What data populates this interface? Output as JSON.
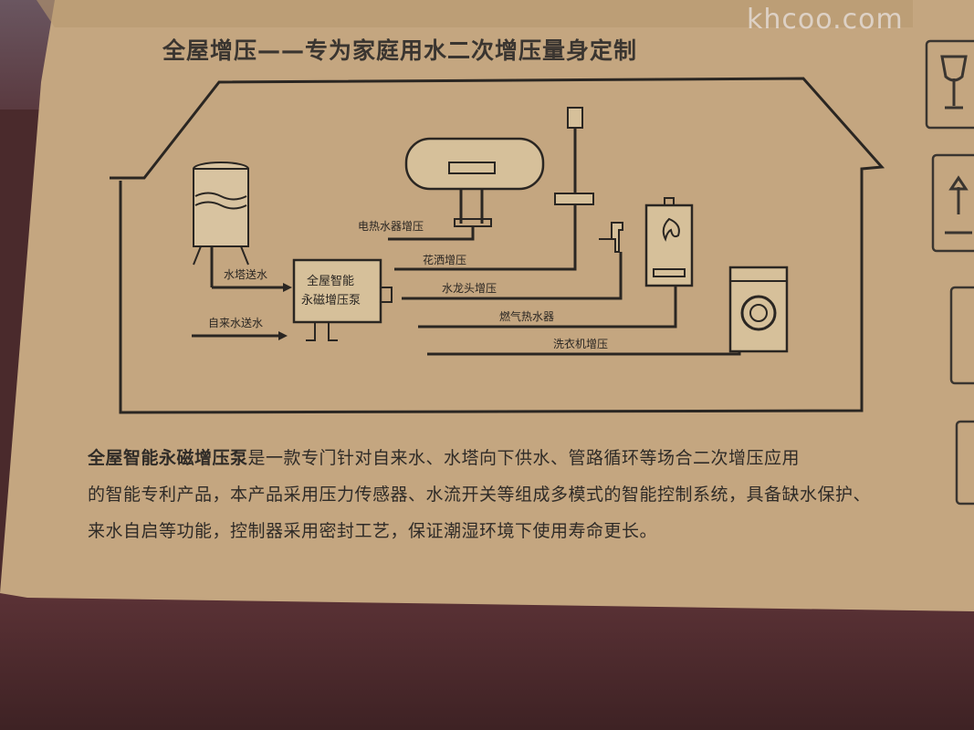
{
  "watermark": "khcoo.com",
  "title": "全屋增压——专为家庭用水二次增压量身定制",
  "diagram": {
    "pump_label_line1": "全屋智能",
    "pump_label_line2": "永磁增压泵",
    "water_tower_supply": "水塔送水",
    "tap_water_supply": "自来水送水",
    "branches": [
      {
        "label": "电热水器增压"
      },
      {
        "label": "花洒增压"
      },
      {
        "label": "水龙头增压"
      },
      {
        "label": "燃气热水器"
      },
      {
        "label": "洗衣机增压"
      }
    ]
  },
  "description": {
    "product_name": "全屋智能永磁增压泵",
    "line1_rest": "是一款专门针对自来水、水塔向下供水、管路循环等场合二次增压应用",
    "line2": "的智能专利产品，本产品采用压力传感器、水流开关等组成多模式的智能控制系统，具备缺水保护、",
    "line3": "来水自启等功能，控制器采用密封工艺，保证潮湿环境下使用寿命更长。"
  },
  "colors": {
    "cardboard": "#c4a680",
    "ink": "#2a2622"
  }
}
